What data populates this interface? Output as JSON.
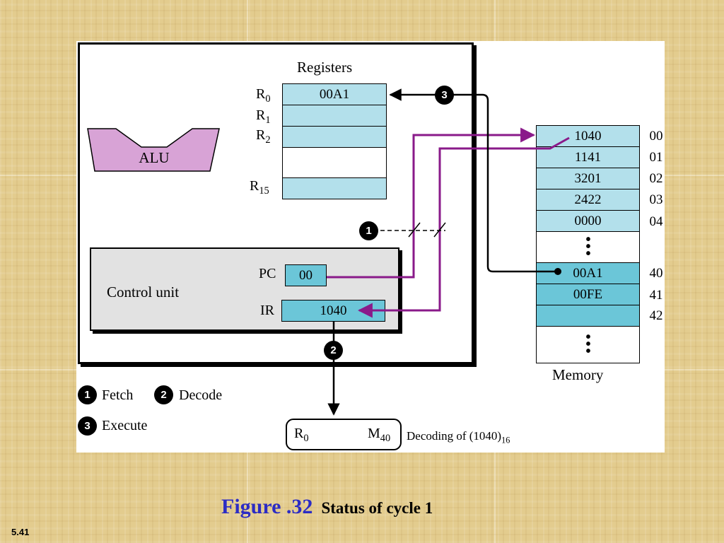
{
  "registers": {
    "title": "Registers",
    "r0_label": "R",
    "r0_sub": "0",
    "r0_value": "00A1",
    "r1_label": "R",
    "r1_sub": "1",
    "r2_label": "R",
    "r2_sub": "2",
    "r15_label": "R",
    "r15_sub": "15"
  },
  "alu": {
    "label": "ALU"
  },
  "control_unit": {
    "title": "Control unit",
    "pc_label": "PC",
    "pc_value": "00",
    "ir_label": "IR",
    "ir_value": "1040"
  },
  "memory": {
    "title": "Memory",
    "cells": [
      {
        "address": "00",
        "value": "1040"
      },
      {
        "address": "01",
        "value": "1141"
      },
      {
        "address": "02",
        "value": "3201"
      },
      {
        "address": "03",
        "value": "2422"
      },
      {
        "address": "04",
        "value": "0000"
      },
      {
        "address": "40",
        "value": "00A1"
      },
      {
        "address": "41",
        "value": "00FE"
      },
      {
        "address": "42",
        "value": ""
      }
    ]
  },
  "steps": {
    "step1_num": "1",
    "step1_label": "Fetch",
    "step2_num": "2",
    "step2_label": "Decode",
    "step3_num": "3",
    "step3_label": "Execute"
  },
  "decoding": {
    "from_reg": "R",
    "from_sub": "0",
    "to_mem": "M",
    "to_sub": "40",
    "caption": "Decoding of (1040)",
    "caption_sub": "16"
  },
  "caption": {
    "figure": "Figure .32",
    "text": "Status of cycle 1"
  },
  "slide_number": "5.41",
  "colors": {
    "cell_light": "#b3e0eb",
    "cell_dark": "#6bc6d8",
    "alu": "#d8a3d6",
    "arrow_purple": "#8a1a8a",
    "caption_blue": "#2c2cc4",
    "control_unit_bg": "#e2e2e2"
  }
}
